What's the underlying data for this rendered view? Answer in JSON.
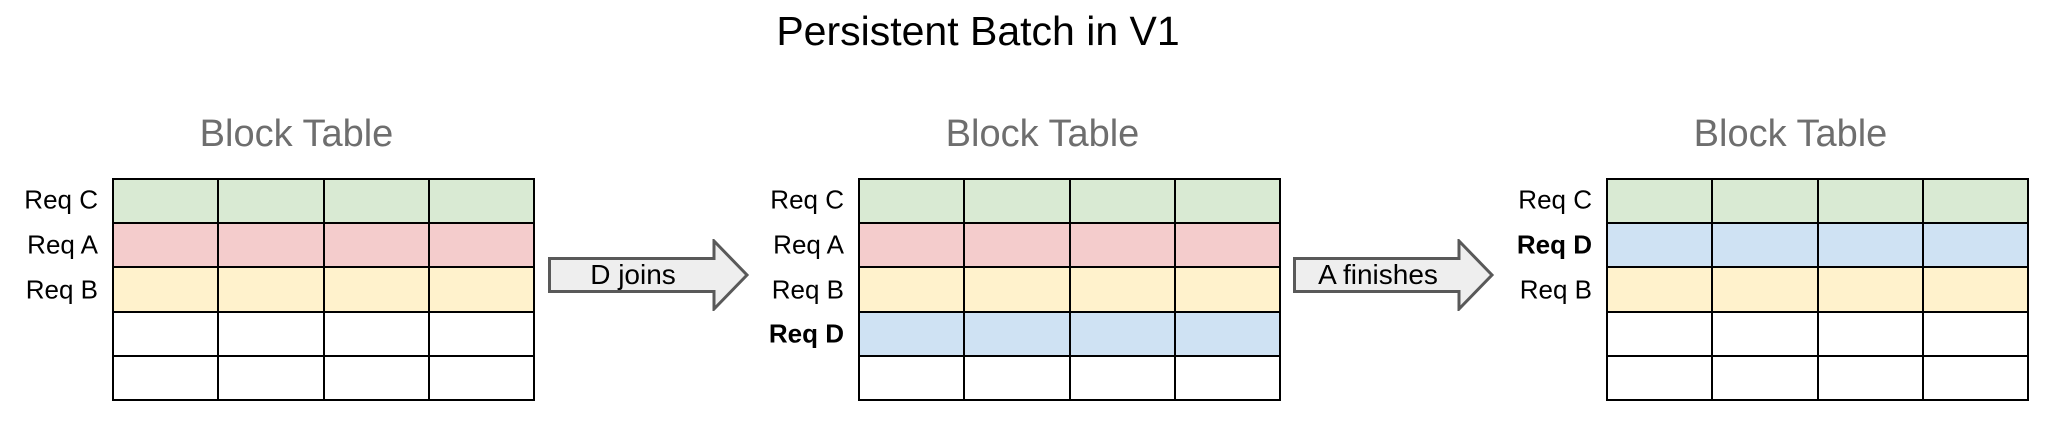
{
  "title": "Persistent Batch in V1",
  "colors": {
    "green": "#d9ead3",
    "red": "#f4cccc",
    "yellow": "#fff2cc",
    "blue": "#cfe2f3",
    "white": "#ffffff",
    "heading_gray": "#6e6e6e",
    "arrow_fill": "#eeeeee",
    "arrow_border": "#595959",
    "table_border": "#000000"
  },
  "tables": [
    {
      "heading": "Block Table",
      "columns": 4,
      "rows": [
        {
          "label": "Req C",
          "bold": false,
          "color": "green"
        },
        {
          "label": "Req A",
          "bold": false,
          "color": "red"
        },
        {
          "label": "Req B",
          "bold": false,
          "color": "yellow"
        },
        {
          "label": "",
          "bold": false,
          "color": "white"
        },
        {
          "label": "",
          "bold": false,
          "color": "white"
        }
      ]
    },
    {
      "heading": "Block Table",
      "columns": 4,
      "rows": [
        {
          "label": "Req C",
          "bold": false,
          "color": "green"
        },
        {
          "label": "Req A",
          "bold": false,
          "color": "red"
        },
        {
          "label": "Req B",
          "bold": false,
          "color": "yellow"
        },
        {
          "label": "Req D",
          "bold": true,
          "color": "blue"
        },
        {
          "label": "",
          "bold": false,
          "color": "white"
        }
      ]
    },
    {
      "heading": "Block Table",
      "columns": 4,
      "rows": [
        {
          "label": "Req C",
          "bold": false,
          "color": "green"
        },
        {
          "label": "Req D",
          "bold": true,
          "color": "blue"
        },
        {
          "label": "Req B",
          "bold": false,
          "color": "yellow"
        },
        {
          "label": "",
          "bold": false,
          "color": "white"
        },
        {
          "label": "",
          "bold": false,
          "color": "white"
        }
      ]
    }
  ],
  "arrows": [
    {
      "label": "D joins"
    },
    {
      "label": "A finishes"
    }
  ]
}
